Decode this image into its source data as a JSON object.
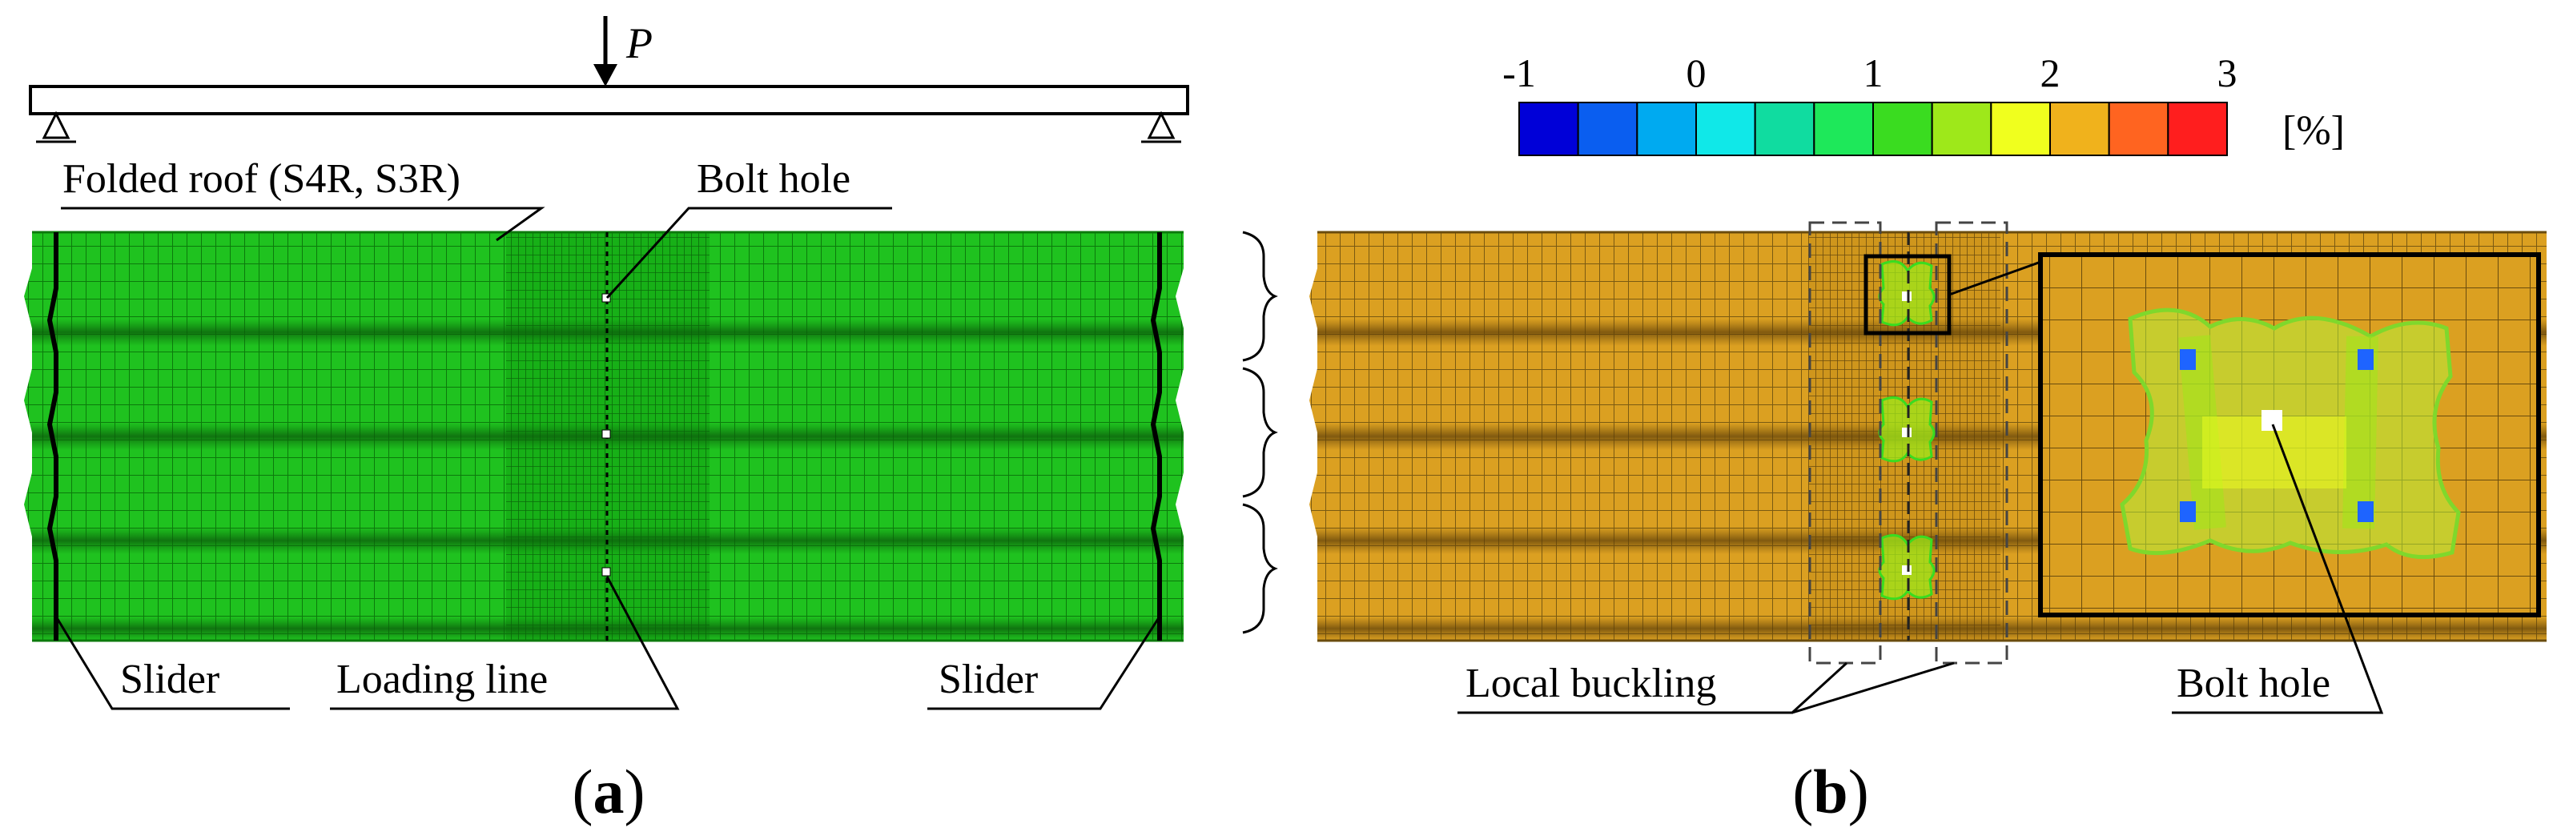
{
  "panel_a": {
    "load_symbol": "P",
    "labels": {
      "folded_roof": "Folded roof (S4R, S3R)",
      "bolt_hole": "Bolt hole",
      "slider_left": "Slider",
      "loading_line": "Loading line",
      "slider_right": "Slider"
    },
    "caption_letter": "a",
    "mesh_color": "#1fc21f"
  },
  "panel_b": {
    "colorbar": {
      "ticks": [
        "-1",
        "0",
        "1",
        "2",
        "3"
      ],
      "unit": "[%]",
      "colors": [
        "#0000d8",
        "#0a5ef0",
        "#00aaf0",
        "#10e8e8",
        "#10dca0",
        "#1ee85a",
        "#3adc20",
        "#9ee81a",
        "#f0ff1e",
        "#f0b21c",
        "#ff6420",
        "#ff1e1e"
      ]
    },
    "labels": {
      "local_buckling": "Local buckling",
      "bolt_hole": "Bolt hole"
    },
    "caption_letter": "b",
    "mesh_color": "#dba021"
  }
}
